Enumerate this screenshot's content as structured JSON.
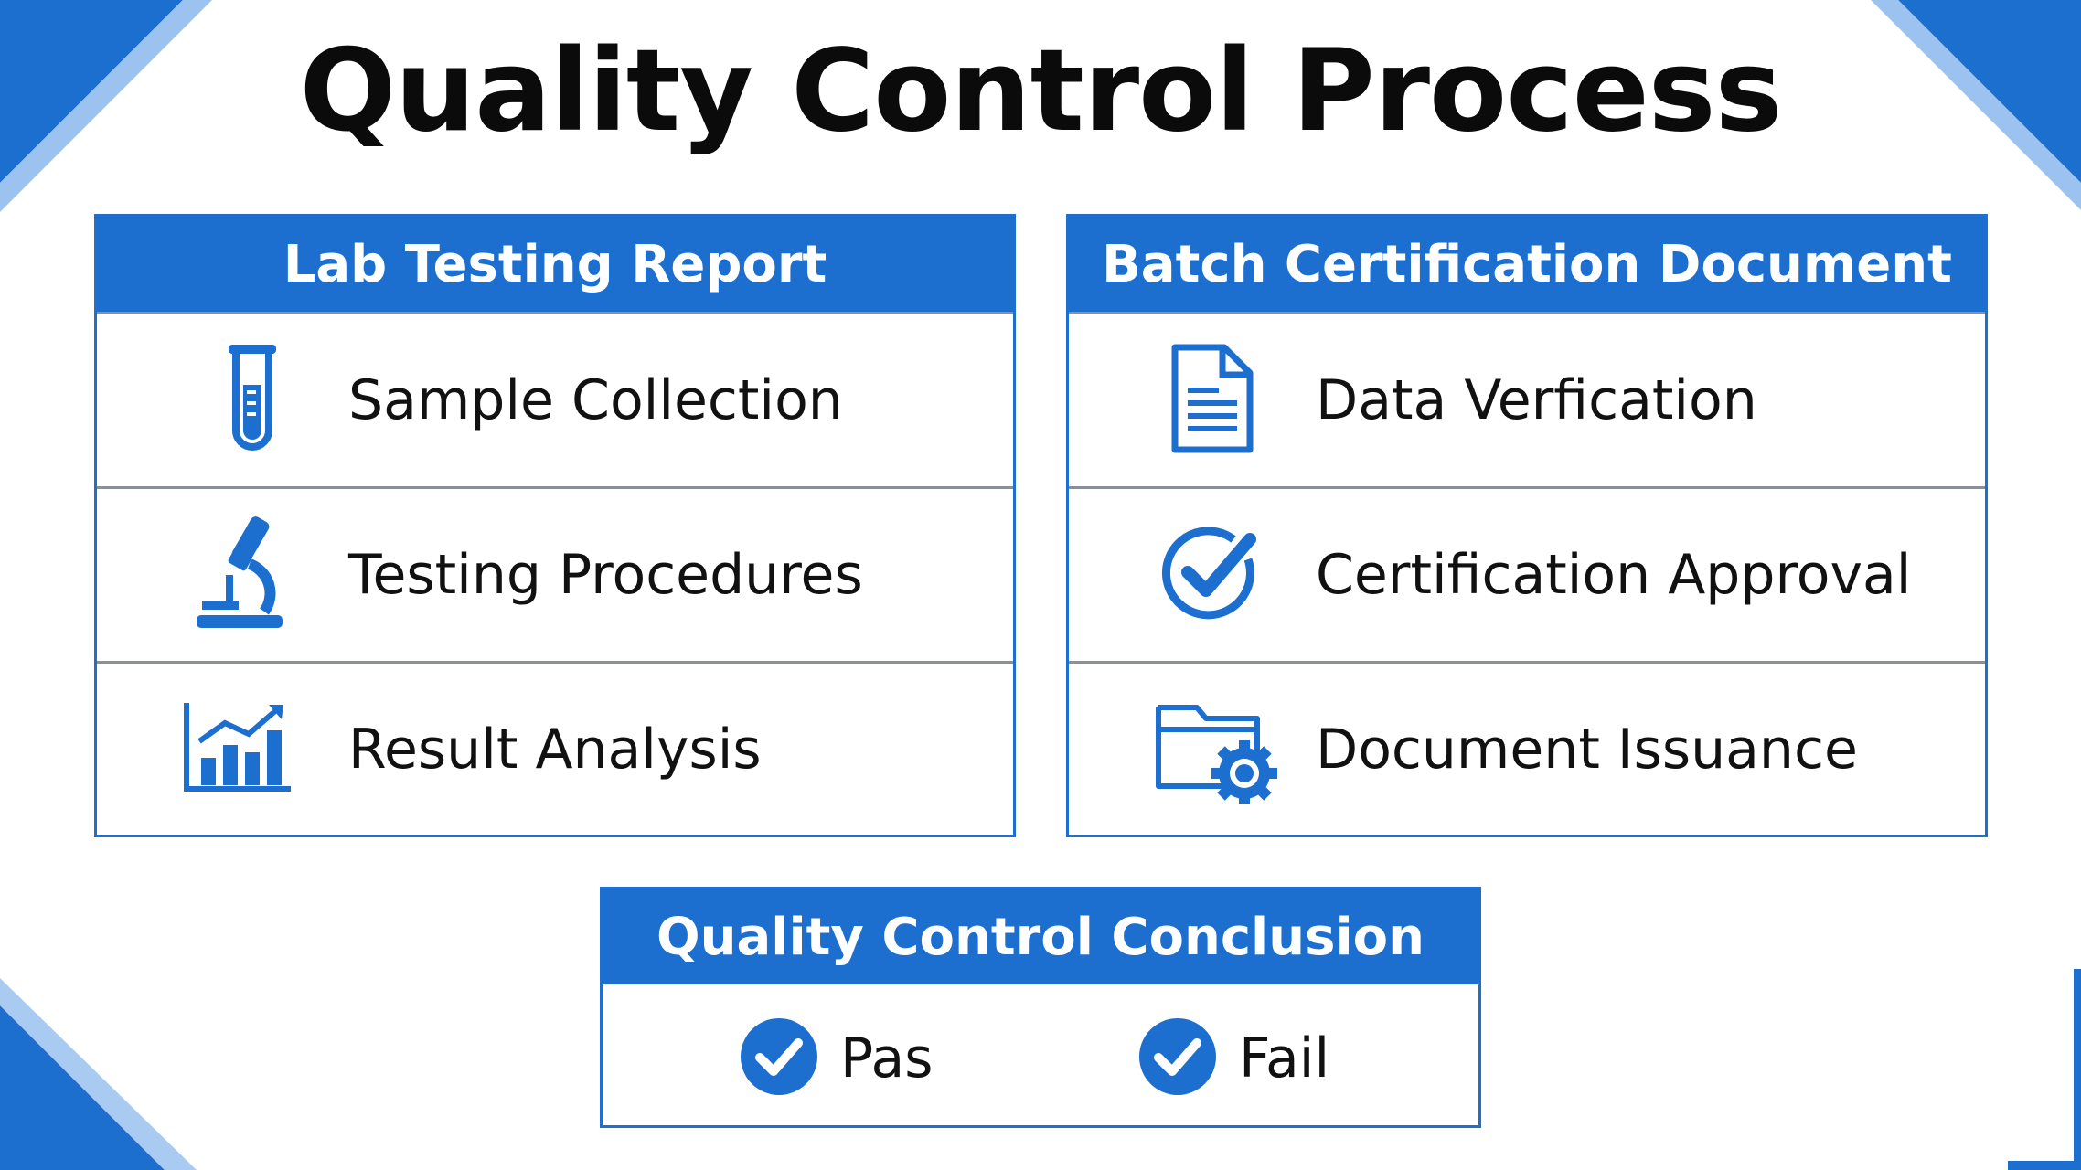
{
  "title": "Quality Control Process",
  "colors": {
    "accent": "#1c6fcf",
    "text": "#111111",
    "divider": "#8a8f98"
  },
  "lab_panel": {
    "header": "Lab Testing Report",
    "items": [
      {
        "label": "Sample Collection",
        "icon": "test-tube-icon"
      },
      {
        "label": "Testing Procedures",
        "icon": "microscope-icon"
      },
      {
        "label": "Result Analysis",
        "icon": "bar-chart-icon"
      }
    ]
  },
  "batch_panel": {
    "header": "Batch Certification Document",
    "items": [
      {
        "label": "Data Verfication",
        "icon": "document-icon"
      },
      {
        "label": "Certification Approval",
        "icon": "check-circle-icon"
      },
      {
        "label": "Document Issuance",
        "icon": "folder-gear-icon"
      }
    ]
  },
  "conclusion_panel": {
    "header": "Quality Control Conclusion",
    "options": [
      {
        "label": "Pas",
        "icon": "check-badge-icon"
      },
      {
        "label": "Fail",
        "icon": "check-badge-icon"
      }
    ]
  }
}
